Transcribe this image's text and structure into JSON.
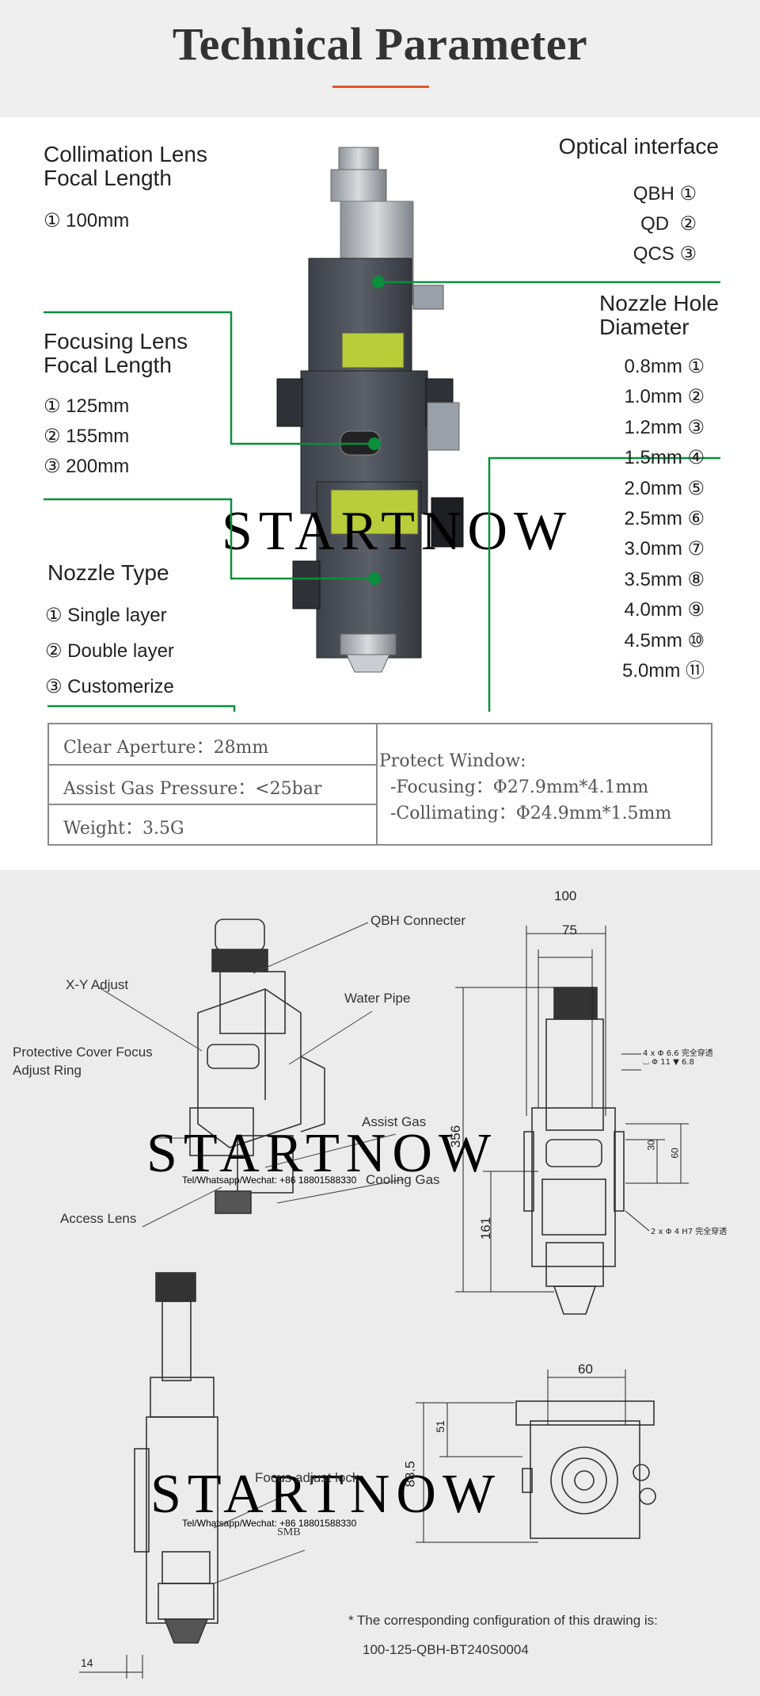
{
  "header": {
    "title": "Technical Parameter"
  },
  "params": {
    "collimation": {
      "title_line1": "Collimation Lens",
      "title_line2": "Focal Length",
      "items": [
        "① 100mm"
      ]
    },
    "focusing": {
      "title_line1": "Focusing Lens",
      "title_line2": "Focal Length",
      "items": [
        "① 125mm",
        "② 155mm",
        "③ 200mm"
      ]
    },
    "nozzle_type": {
      "title": "Nozzle Type",
      "items": [
        "① Single layer",
        "② Double layer",
        "③ Customerize"
      ]
    },
    "optical_interface": {
      "title": "Optical interface",
      "items": [
        "QBH ①",
        "QD  ②",
        "QCS ③"
      ]
    },
    "nozzle_hole": {
      "title_line1": "Nozzle Hole",
      "title_line2": "Diameter",
      "items": [
        "0.8mm ①",
        "1.0mm ②",
        "1.2mm ③",
        "1.5mm ④",
        "2.0mm ⑤",
        "2.5mm ⑥",
        "3.0mm ⑦",
        "3.5mm ⑧",
        "4.0mm ⑨",
        "4.5mm ⑩",
        "5.0mm ⑪"
      ]
    }
  },
  "spec_table": {
    "clear_aperture": "Clear Aperture：28mm",
    "assist_gas": "Assist Gas Pressure：<25bar",
    "weight": "Weight：3.5G",
    "protect_window": "Protect Window:",
    "focusing": "-Focusing：Φ27.9mm*4.1mm",
    "collimating": "-Collimating：Φ24.9mm*1.5mm"
  },
  "watermark": {
    "brand": "STARTNOW"
  },
  "drawing": {
    "labels": {
      "qbh": "QBH Connecter",
      "xy": "X-Y Adjust",
      "water": "Water Pipe",
      "protective_line1": "Protective Cover Focus",
      "protective_line2": "Adjust Ring",
      "assist": "Assist Gas",
      "cooling": "Cooling Gas",
      "access": "Access Lens",
      "focus_lock": "Focus adjust lock",
      "smb": "SMB"
    },
    "dims": {
      "d100": "100",
      "d75": "75",
      "d356": "356",
      "d161": "161",
      "d30": "30",
      "d60": "60",
      "d60b": "60",
      "d51": "51",
      "d88": "88.5",
      "d14": "14"
    },
    "hole_notes": {
      "n1": "4 x Φ 6.6 完全穿透",
      "n1b": "⌴ Φ 11 ▼ 6.8",
      "n2": "2 x Φ 4 H7 完全穿透"
    },
    "note_line1": "* The corresponding configuration of this drawing is:",
    "note_line2": "100-125-QBH-BT240S0004"
  },
  "colors": {
    "accent": "#e2562a",
    "leader": "#0a8f3c",
    "header_bg": "#efefef",
    "drawing_bg": "#ececec"
  }
}
